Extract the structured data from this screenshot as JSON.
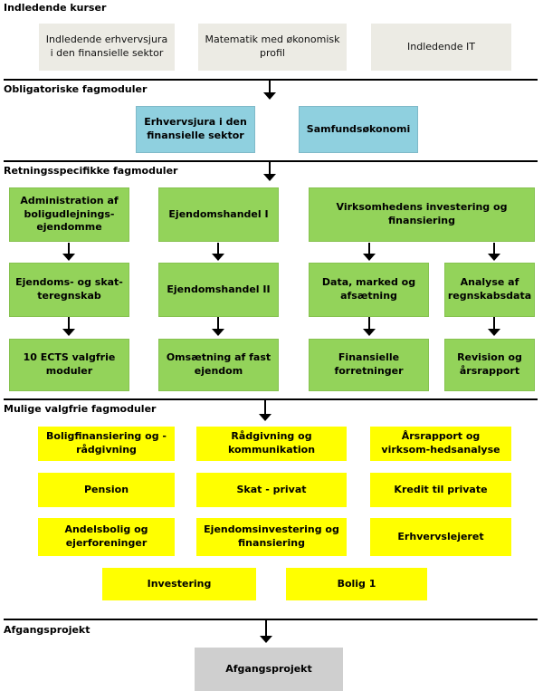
{
  "sections": {
    "intro": "Indledende kurser",
    "mandatory": "Obligatoriske fagmoduler",
    "specific": "Retningsspecifikke fagmoduler",
    "electives": "Mulige valgfrie fagmoduler",
    "final": "Afgangsprojekt"
  },
  "intro_courses": [
    "Indledende erhvervsjura i den finansielle sektor",
    "Matematik med økonomisk profil",
    "Indledende IT"
  ],
  "mandatory_modules": [
    "Erhvervsjura i den finansielle sektor",
    "Samfundsøkonomi"
  ],
  "specific_modules": {
    "col1": [
      "Administration af boligudlejnings-ejendomme",
      "Ejendoms- og skat-teregnskab",
      "10 ECTS valgfrie moduler"
    ],
    "col2": [
      "Ejendomshandel I",
      "Ejendomshandel II",
      "Omsætning af fast ejendom"
    ],
    "col3_top": "Virksomhedens investering og finansiering",
    "col3a": [
      "Data, marked og afsætning",
      "Finansielle forretninger"
    ],
    "col3b": [
      "Analyse af regnskabsdata",
      "Revision og årsrapport"
    ]
  },
  "elective_modules": [
    "Boligfinansiering og -rådgivning",
    "Rådgivning og kommunikation",
    "Årsrapport og virksom-hedsanalyse",
    "Pension",
    "Skat - privat",
    "Kredit til private",
    "Andelsbolig og ejerforeninger",
    "Ejendomsinvestering og finansiering",
    "Erhvervslejeret",
    "Investering",
    "Bolig 1"
  ],
  "final_project": "Afgangsprojekt",
  "colors": {
    "intro": "#ecebe4",
    "mandatory": "#8fd0df",
    "specific": "#93d35a",
    "elective": "#ffff00",
    "final": "#cfcfcf"
  }
}
